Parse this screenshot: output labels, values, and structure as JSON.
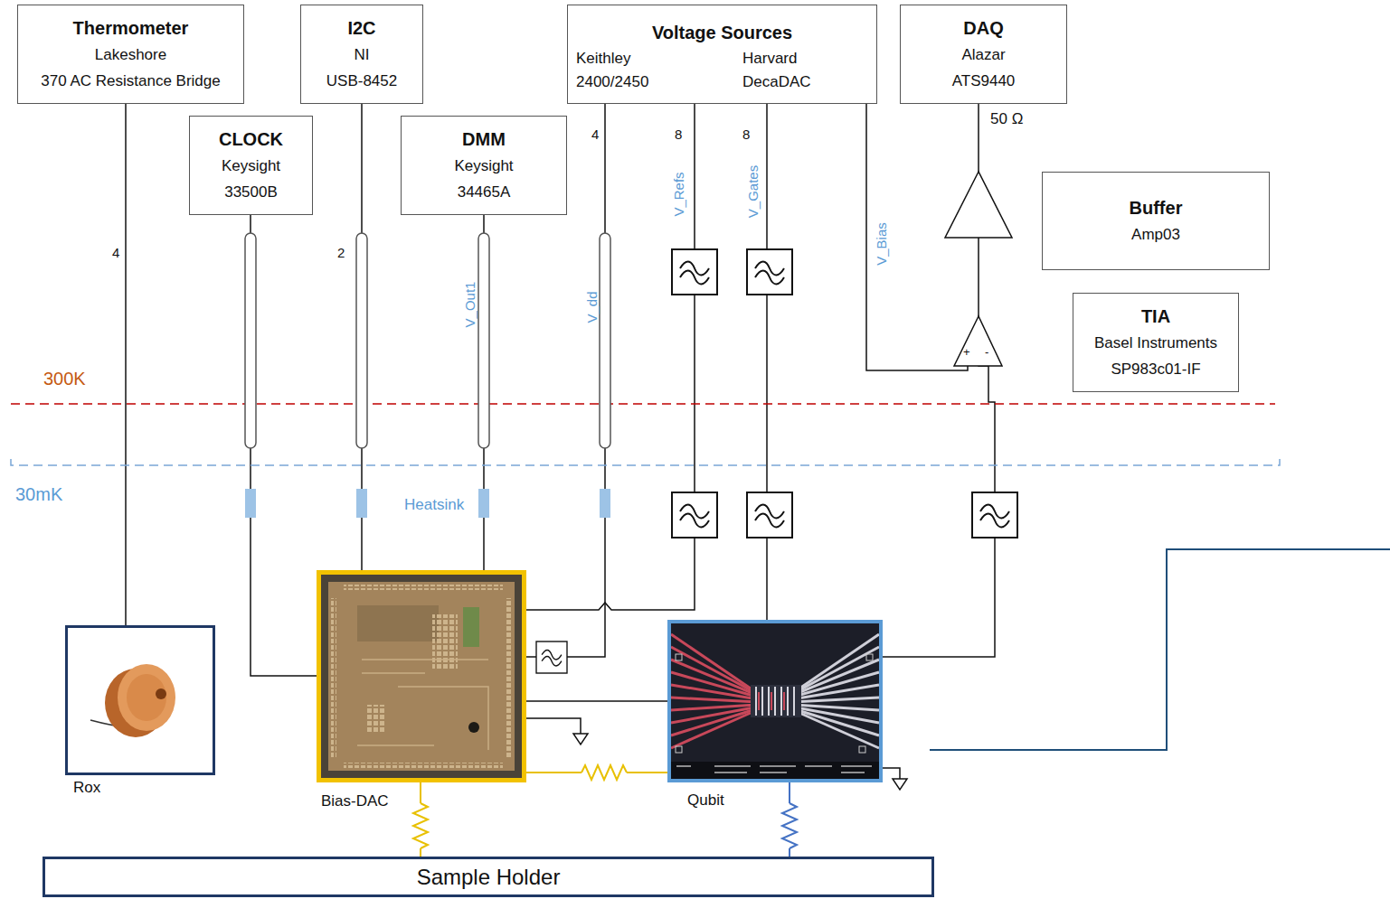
{
  "diagram": {
    "nodes": [
      {
        "text": [
          "Thermometer",
          "Lakeshore",
          "370 AC Resistance Bridge"
        ]
      },
      {
        "text": [
          "I2C",
          "NI",
          "USB-8452"
        ]
      },
      {
        "text": [
          "Voltage Sources",
          "Keithley",
          "2400/2450",
          "Harvard",
          "DecaDAC"
        ]
      },
      {
        "text": [
          "DAQ",
          "Alazar",
          "ATS9440"
        ]
      },
      {
        "text": [
          "CLOCK",
          "Keysight",
          "33500B"
        ]
      },
      {
        "text": [
          "DMM",
          "Keysight",
          "34465A"
        ]
      },
      {
        "text": [
          "Buffer",
          "Amp03"
        ]
      },
      {
        "text": [
          "TIA",
          "Basel Instruments",
          "SP983c01-IF"
        ]
      },
      {
        "text": [
          "Rox"
        ]
      },
      {
        "text": [
          "Bias-DAC"
        ]
      },
      {
        "text": [
          "Qubit"
        ]
      },
      {
        "text": [
          "Sample Holder"
        ]
      }
    ],
    "edges": [
      {
        "from": 0,
        "to": 8,
        "arrow": "none"
      },
      {
        "from": 4,
        "to": 9,
        "arrow": "none"
      },
      {
        "from": 1,
        "to": 9,
        "arrow": "none"
      },
      {
        "from": 5,
        "to": 9,
        "arrow": "none"
      },
      {
        "from": 2,
        "to": 9,
        "arrow": "none"
      },
      {
        "from": 2,
        "to": 9,
        "arrow": "none"
      },
      {
        "from": 2,
        "to": 10,
        "arrow": "none"
      },
      {
        "from": 10,
        "to": 3,
        "arrow": "none"
      },
      {
        "from": 9,
        "to": 10,
        "arrow": "none"
      },
      {
        "from": 9,
        "to": 10,
        "arrow": "none"
      },
      {
        "from": 9,
        "to": 11,
        "arrow": "none"
      },
      {
        "from": 10,
        "to": 11,
        "arrow": "none"
      }
    ],
    "labels": [
      "4",
      "2",
      "V_Out1",
      "V_dd",
      "4",
      "8",
      "V_Refs",
      "8",
      "V_Gates",
      "V_Bias",
      "50 Ω",
      "300K",
      "30mK",
      "Heatsink",
      "+",
      "-"
    ]
  }
}
